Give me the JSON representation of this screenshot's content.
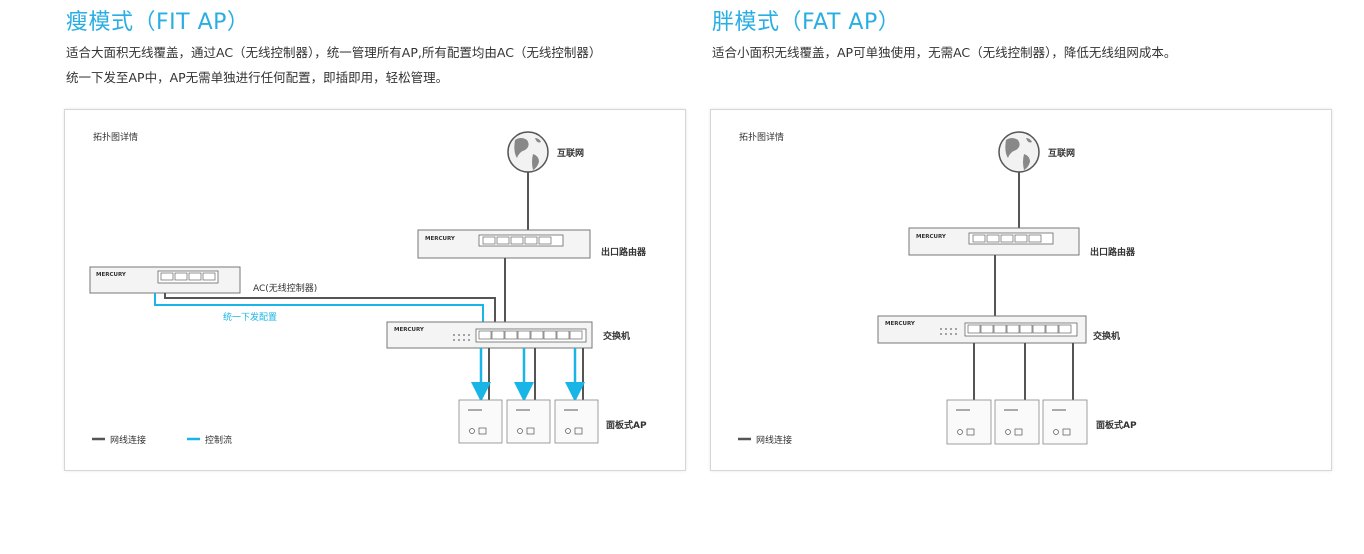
{
  "fit": {
    "title": "瘦模式（FIT AP）",
    "desc_line1": "适合大面积无线覆盖，通过AC（无线控制器），统一管理所有AP,所有配置均由AC（无线控制器）",
    "desc_line2": "统一下发至AP中，AP无需单独进行任何配置，即插即用，轻松管理。",
    "diagram": {
      "caption": "拓扑图详情",
      "internet": "互联网",
      "router": "出口路由器",
      "switch": "交换机",
      "ac": "AC(无线控制器)",
      "control_text": "统一下发配置",
      "ap": "面板式AP",
      "legend_wire": "网线连接",
      "legend_control": "控制流",
      "brand": "MERCURY"
    }
  },
  "fat": {
    "title": "胖模式（FAT AP）",
    "desc_line1": "适合小面积无线覆盖，AP可单独使用，无需AC（无线控制器），降低无线组网成本。",
    "diagram": {
      "caption": "拓扑图详情",
      "internet": "互联网",
      "router": "出口路由器",
      "switch": "交换机",
      "ap": "面板式AP",
      "legend_wire": "网线连接",
      "brand": "MERCURY"
    }
  },
  "colors": {
    "accent": "#29aee3",
    "wire": "#555555",
    "control": "#19b5e6"
  }
}
